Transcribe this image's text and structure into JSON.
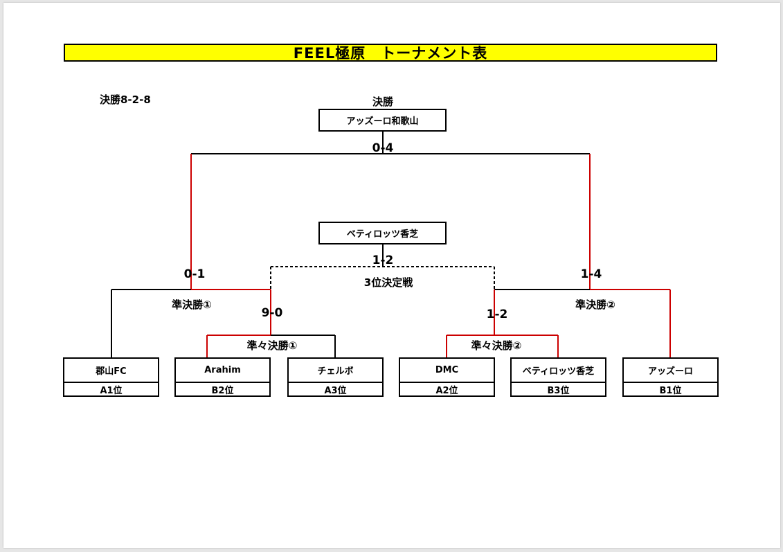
{
  "title": "FEEL極原　トーナメント表",
  "format_label": "決勝8-2-8",
  "final": {
    "label": "決勝",
    "winner": "アッズーロ和歌山",
    "score": "0-4"
  },
  "third_place": {
    "winner": "ベティロッツ香芝",
    "score": "1-2",
    "label": "3位決定戦"
  },
  "semifinals": [
    {
      "label": "準決勝①",
      "score": "0-1"
    },
    {
      "label": "準決勝②",
      "score": "1-4"
    }
  ],
  "quarterfinals": [
    {
      "label": "準々決勝①",
      "score": "9-0"
    },
    {
      "label": "準々決勝②",
      "score": "1-2"
    }
  ],
  "teams": [
    {
      "name": "郡山FC",
      "rank": "A1位"
    },
    {
      "name": "Arahim",
      "rank": "B2位"
    },
    {
      "name": "チェルボ",
      "rank": "A3位"
    },
    {
      "name": "DMC",
      "rank": "A2位"
    },
    {
      "name": "ベティロッツ香芝",
      "rank": "B3位"
    },
    {
      "name": "アッズーロ",
      "rank": "B1位"
    }
  ],
  "colors": {
    "title_bg": "#ffff00",
    "winner_line": "#cc0000",
    "line": "#000000"
  }
}
